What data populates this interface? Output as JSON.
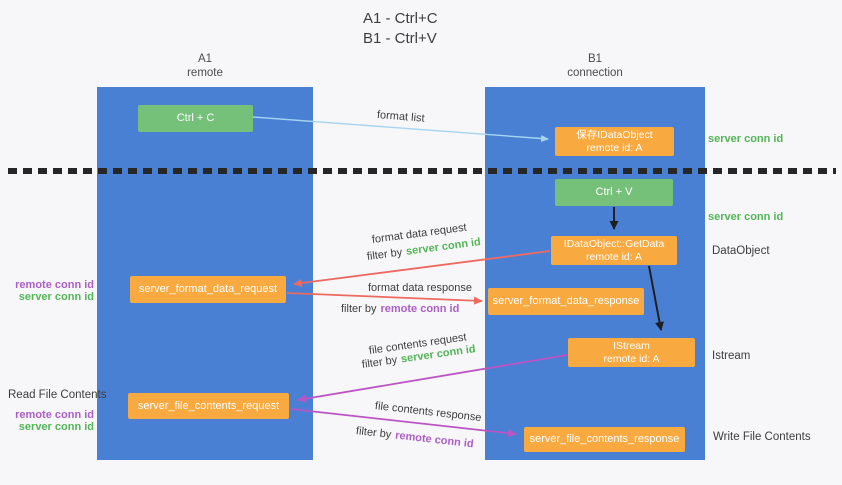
{
  "title": {
    "line1": "A1 - Ctrl+C",
    "line2": "B1 - Ctrl+V"
  },
  "columns": {
    "a": {
      "name": "A1",
      "subtitle": "remote"
    },
    "b": {
      "name": "B1",
      "subtitle": "connection"
    }
  },
  "nodes": {
    "ctrl_c": {
      "label": "Ctrl + C"
    },
    "save_idataobject": {
      "line1": "保存IDataObject",
      "line2": "remote id: A"
    },
    "ctrl_v": {
      "label": "Ctrl + V"
    },
    "getdata": {
      "line1": "IDataObject::GetData",
      "line2": "remote id: A"
    },
    "server_format_data_request": {
      "label": "server_format_data_request"
    },
    "server_format_data_response": {
      "label": "server_format_data_response"
    },
    "istream": {
      "line1": "IStream",
      "line2": "remote id: A"
    },
    "server_file_contents_request": {
      "label": "server_file_contents_request"
    },
    "server_file_contents_response": {
      "label": "server_file_contents_response"
    }
  },
  "side_labels": {
    "server_conn_id_top": "server conn id",
    "server_conn_id_mid": "server conn id",
    "dataobject": "DataObject",
    "istream": "Istream",
    "write_file_contents": "Write File Contents",
    "read_file_contents": "Read File Contents",
    "request_remote_conn_id": "remote conn id",
    "request_server_conn_id": "server conn id",
    "file_remote_conn_id": "remote conn id",
    "file_server_conn_id": "server conn id"
  },
  "arrows": {
    "format_list": {
      "label": "format list"
    },
    "format_data_request": {
      "label": "format data request",
      "filter_prefix": "filter by",
      "filter_value": "server conn id"
    },
    "format_data_response": {
      "label": "format data response",
      "filter_prefix": "filter by",
      "filter_value": "remote conn id"
    },
    "file_contents_request": {
      "label": "file contents request",
      "filter_prefix": "filter by",
      "filter_value": "server conn id"
    },
    "file_contents_response": {
      "label": "file contents response",
      "filter_prefix": "filter by",
      "filter_value": "remote conn id"
    }
  },
  "colors": {
    "column_blue": "#4a80d4",
    "box_green": "#76c17a",
    "box_orange": "#f8a93f",
    "text_green": "#53b556",
    "text_purple": "#ab5fc5",
    "arrow_red": "#ec6a60",
    "arrow_magenta": "#bb54c4",
    "arrow_light_blue": "#a5d5f0",
    "arrow_black": "#1f1f1f"
  }
}
